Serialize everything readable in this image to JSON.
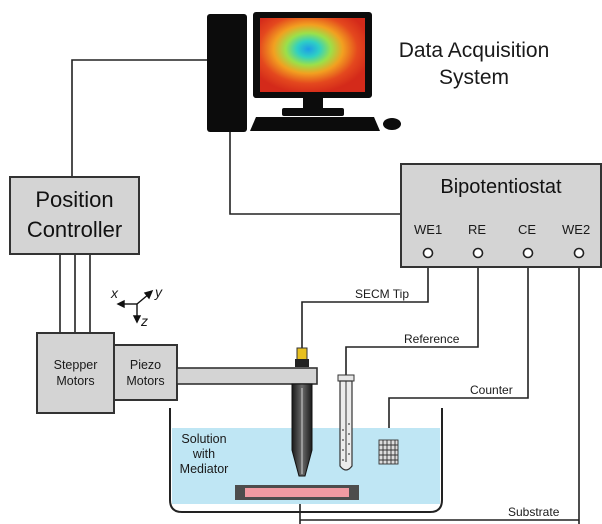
{
  "daq": {
    "line1": "Data Acquisition",
    "line2": "System"
  },
  "position_controller": {
    "line1": "Position",
    "line2": "Controller"
  },
  "bipotentiostat": {
    "title": "Bipotentiostat",
    "ports": [
      "WE1",
      "RE",
      "CE",
      "WE2"
    ]
  },
  "wires": {
    "secm_tip": "SECM Tip",
    "reference": "Reference",
    "counter": "Counter",
    "substrate": "Substrate"
  },
  "stepper": {
    "line1": "Stepper",
    "line2": "Motors"
  },
  "piezo": {
    "line1": "Piezo",
    "line2": "Motors"
  },
  "axes": {
    "x": "x",
    "y": "y",
    "z": "z"
  },
  "solution": {
    "line1": "Solution",
    "line2": "with",
    "line3": "Mediator"
  },
  "colors": {
    "box_fill": "#d4d4d4",
    "box_stroke": "#333333",
    "solution": "#bfe6f4",
    "screen_red": "#d92c1c",
    "substrate_pink": "#f29aa2"
  }
}
